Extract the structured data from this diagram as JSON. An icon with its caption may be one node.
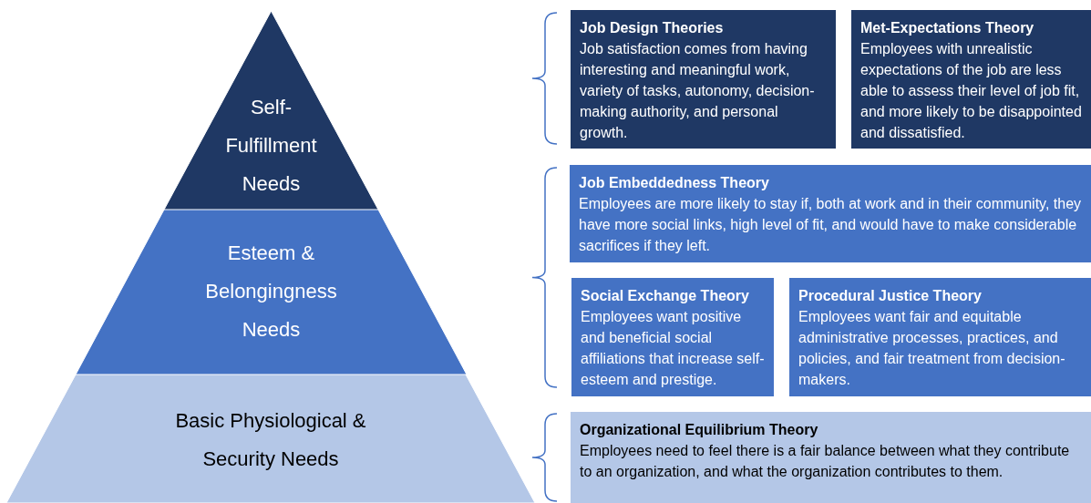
{
  "diagram": {
    "nodes": [
      {
        "text": [
          "Self-Fulfillment Needs"
        ]
      },
      {
        "text": [
          "Esteem & Belongingness Needs"
        ]
      },
      {
        "text": [
          "Basic Physiological & Security Needs"
        ]
      },
      {
        "text": [
          "Job Design Theories",
          "Job satisfaction comes from having interesting and meaningful work, variety of tasks, autonomy, decision-making authority, and personal growth."
        ]
      },
      {
        "text": [
          "Met-Expectations Theory",
          "Employees with unrealistic expectations of the job are less able to assess their level of job fit, and more likely to be disappointed and dissatisfied."
        ]
      },
      {
        "text": [
          "Job Embeddedness Theory",
          "Employees are more likely to stay if, both at work and in their community, they have more social links, high level of fit, and would have to make considerable sacrifices if they left."
        ]
      },
      {
        "text": [
          "Social Exchange Theory",
          "Employees want positive and beneficial social affiliations that increase self-esteem and prestige."
        ]
      },
      {
        "text": [
          "Procedural Justice Theory",
          "Employees want fair and equitable administrative processes, practices, and policies, and fair treatment from decision-makers."
        ]
      },
      {
        "text": [
          "Organizational Equilibrium Theory",
          "Employees need to feel there is a fair balance between what they contribute to an organization, and what the organization contributes to them."
        ]
      }
    ],
    "edges": []
  }
}
